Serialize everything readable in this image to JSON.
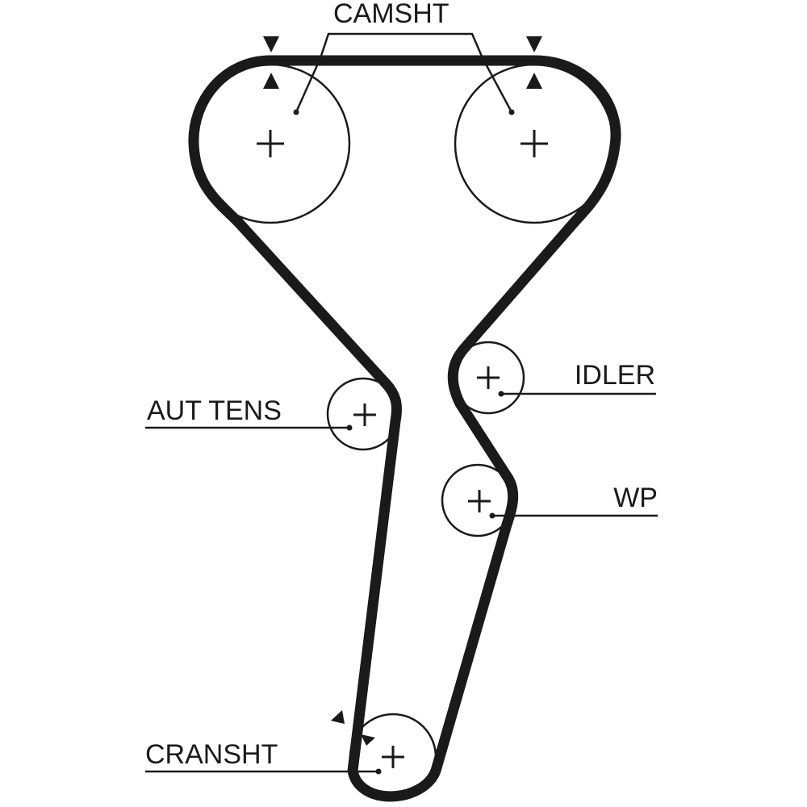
{
  "diagram": {
    "type": "timing-belt-routing",
    "colors": {
      "ink": "#1a1a1a",
      "background": "#ffffff"
    },
    "pulleys": [
      {
        "id": "camshaft-left",
        "label_ref": "camshaft"
      },
      {
        "id": "camshaft-right",
        "label_ref": "camshaft"
      },
      {
        "id": "idler",
        "label_ref": "idler"
      },
      {
        "id": "auto-tensioner",
        "label_ref": "auto_tensioner"
      },
      {
        "id": "water-pump",
        "label_ref": "water_pump"
      },
      {
        "id": "crankshaft",
        "label_ref": "crankshaft"
      }
    ],
    "labels": {
      "camshaft": "CAMSHT",
      "idler": "IDLER",
      "auto_tensioner": "AUT TENS",
      "water_pump": "WP",
      "crankshaft": "CRANSHT"
    },
    "timing_marks": [
      "camshaft-left",
      "camshaft-right",
      "crankshaft"
    ]
  }
}
